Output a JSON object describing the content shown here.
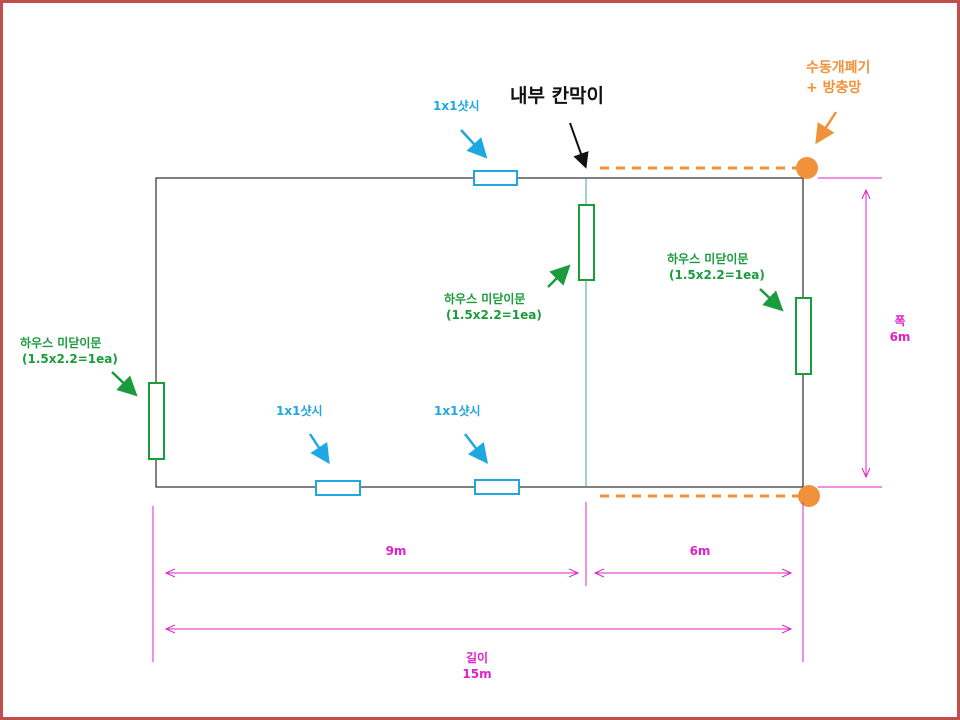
{
  "labels": {
    "partition": "내부 칸막이",
    "manual_vent_line1": "수동개폐기",
    "manual_vent_line2": "+ 방충망",
    "sash_top": "1x1샷시",
    "sash_bottom_left": "1x1샷시",
    "sash_bottom_right": "1x1샷시",
    "door_left_line1": "하우스 미닫이문",
    "door_left_line2": "(1.5x2.2=1ea)",
    "door_mid_line1": "하우스 미닫이문",
    "door_mid_line2": "(1.5x2.2=1ea)",
    "door_right_line1": "하우스 미닫이문",
    "door_right_line2": "(1.5x2.2=1ea)",
    "width_label": "폭",
    "width_value": "6m",
    "dim_left": "9m",
    "dim_right": "6m",
    "length_label": "길이",
    "length_value": "15m"
  },
  "colors": {
    "frame": "#c0504d",
    "door": "#1a9c3c",
    "sash": "#1ea7e1",
    "dimension": "#e020c8",
    "vent": "#f0923a",
    "partition_line": "#4a9bb5"
  }
}
